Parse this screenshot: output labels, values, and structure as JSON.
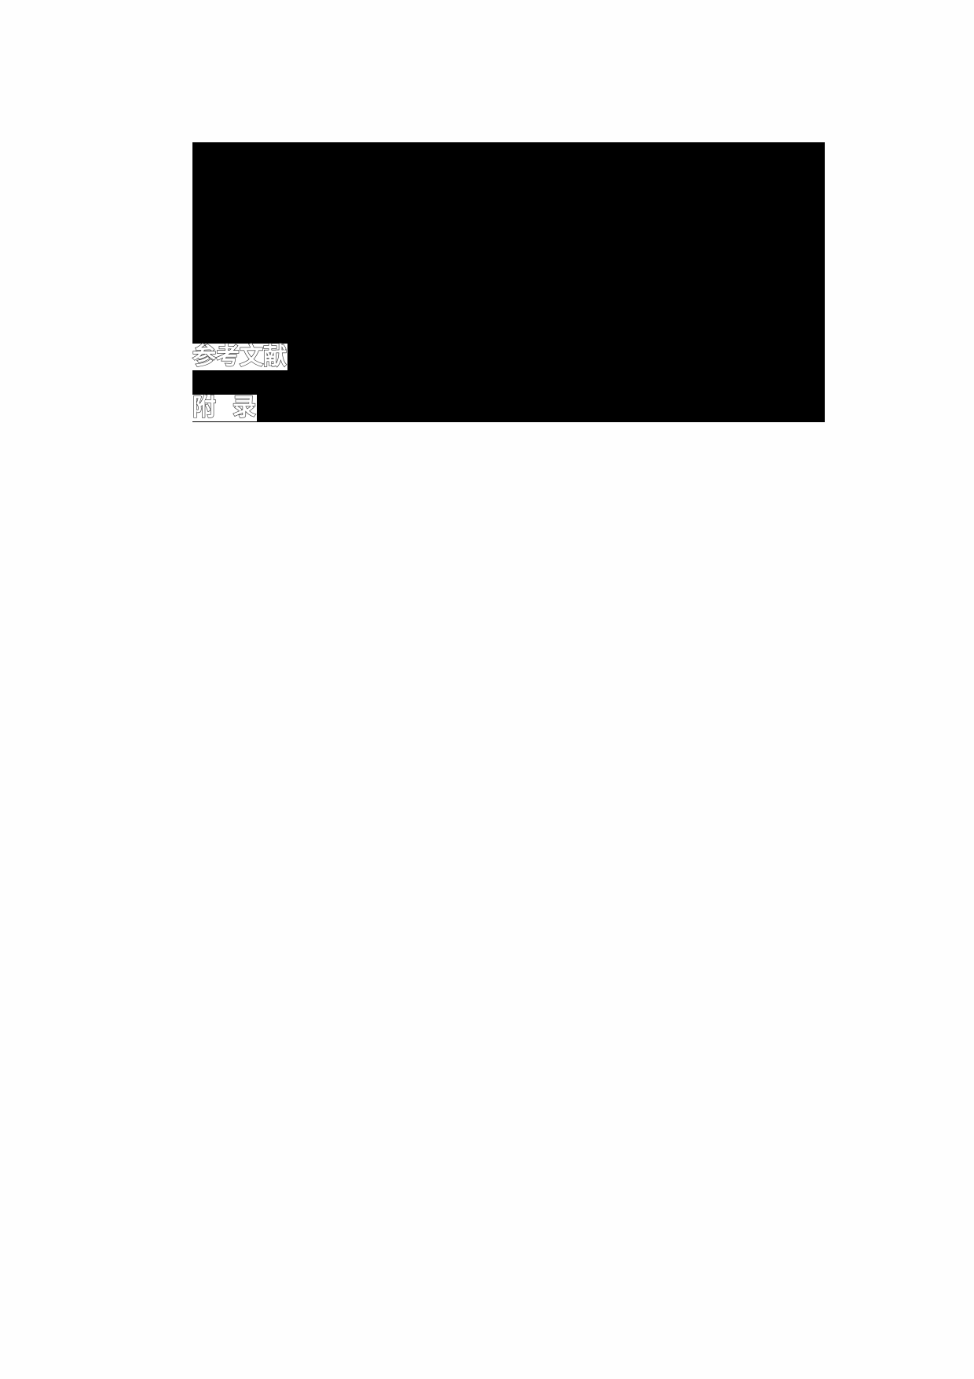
{
  "document": {
    "redacted_region": {
      "description": "black redaction block",
      "color": "#000000"
    },
    "sections": [
      {
        "title": "参考文献"
      },
      {
        "title": "附  录"
      }
    ]
  }
}
